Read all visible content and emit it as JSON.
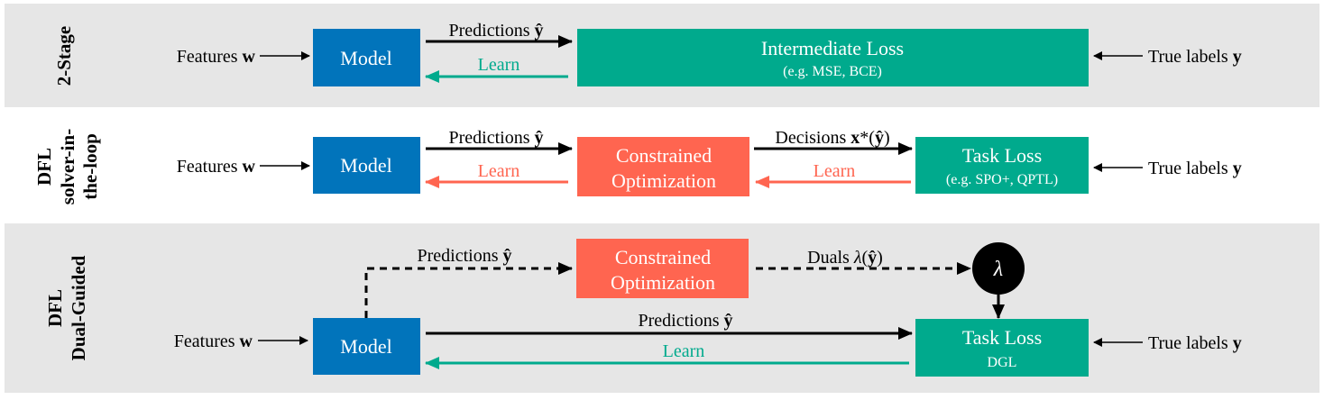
{
  "colors": {
    "model": "#0174BB",
    "loss": "#00AA8D",
    "optimization": "#FF6550",
    "band": "#E6E6E6",
    "dual_node": "#000000"
  },
  "rows": [
    {
      "label": [
        "2-Stage"
      ],
      "features": {
        "text": "Features ",
        "symbol": "w"
      },
      "model": "Model",
      "predictions": {
        "text": "Predictions ",
        "symbol": "ŷ"
      },
      "learn": "Learn",
      "loss": {
        "title": "Intermediate Loss",
        "subtitle": "(e.g. MSE, BCE)"
      },
      "true_labels": {
        "text": "True labels ",
        "symbol": "y"
      }
    },
    {
      "label": [
        "DFL",
        "solver-in-",
        "the-loop"
      ],
      "features": {
        "text": "Features ",
        "symbol": "w"
      },
      "model": "Model",
      "predictions": {
        "text": "Predictions ",
        "symbol": "ŷ"
      },
      "learn": "Learn",
      "optimization": [
        "Constrained",
        "Optimization"
      ],
      "decisions": {
        "text": "Decisions ",
        "symbol": "x",
        "rest": "*(",
        "hat": "ŷ",
        "close": ")"
      },
      "learn2": "Learn",
      "loss": {
        "title": "Task Loss",
        "subtitle": "(e.g. SPO+, QPTL)"
      },
      "true_labels": {
        "text": "True labels ",
        "symbol": "y"
      }
    },
    {
      "label": [
        "DFL",
        "Dual-Guided"
      ],
      "features": {
        "text": "Features ",
        "symbol": "w"
      },
      "model": "Model",
      "predictions_dashed": {
        "text": "Predictions ",
        "symbol": "ŷ"
      },
      "optimization": [
        "Constrained",
        "Optimization"
      ],
      "duals": {
        "text": "Duals ",
        "lambda": "λ",
        "open": "(",
        "hat": "ŷ",
        "close": ")"
      },
      "dual_node": "λ",
      "predictions": {
        "text": "Predictions ",
        "symbol": "ŷ"
      },
      "learn": "Learn",
      "loss": {
        "title": "Task Loss",
        "subtitle": "DGL"
      },
      "true_labels": {
        "text": "True labels ",
        "symbol": "y"
      }
    }
  ]
}
